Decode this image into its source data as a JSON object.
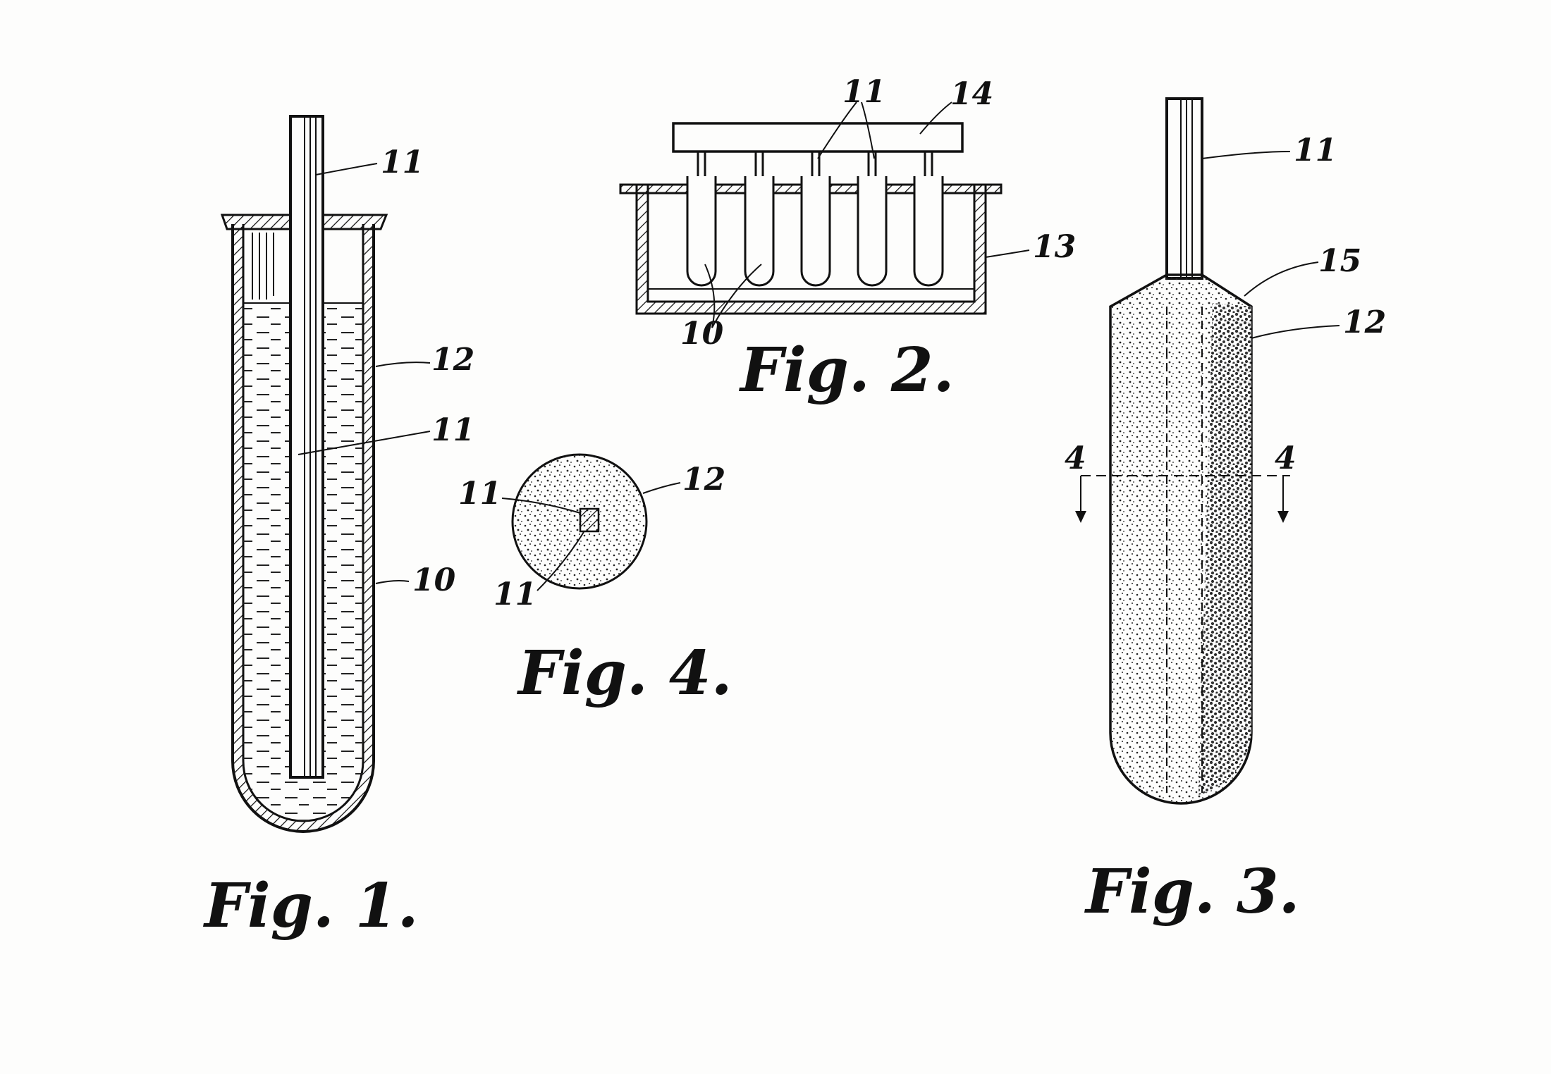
{
  "figures": {
    "fig1": {
      "caption": "Fig. 1.",
      "refs": {
        "stick_top": "11",
        "container": "12",
        "stick_inner": "11",
        "tube": "10"
      }
    },
    "fig2": {
      "caption": "Fig. 2.",
      "refs": {
        "sticks": "11",
        "holder_bar": "14",
        "tray": "13",
        "tubes": "10"
      }
    },
    "fig3": {
      "caption": "Fig. 3.",
      "refs": {
        "stick": "11",
        "tip": "15",
        "body": "12",
        "section_left": "4",
        "section_right": "4"
      }
    },
    "fig4": {
      "caption": "Fig. 4.",
      "refs": {
        "stick": "11",
        "body": "12",
        "stick_detail": "11"
      }
    }
  },
  "colors": {
    "ink": "#111111",
    "paper": "#fdfdfc"
  }
}
